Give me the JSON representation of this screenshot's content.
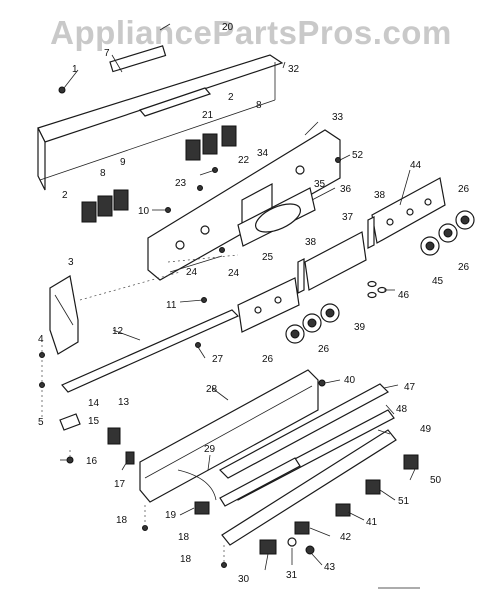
{
  "watermark": "AppliancePartsPros.com",
  "callouts": {
    "c1": "1",
    "c7": "7",
    "c20": "20",
    "c32": "32",
    "c2a": "2",
    "c8a": "8",
    "c9": "9",
    "c10": "10",
    "c21": "21",
    "c2b": "2",
    "c8b": "8",
    "c22": "22",
    "c23": "23",
    "c33": "33",
    "c52": "52",
    "c34": "34",
    "c35": "35",
    "c36": "36",
    "c44": "44",
    "c26a": "26",
    "c38a": "38",
    "c37": "37",
    "c38b": "38",
    "c25": "25",
    "c24a": "24",
    "c24b": "24",
    "c45": "45",
    "c26b": "26",
    "c46": "46",
    "c3": "3",
    "c11": "11",
    "c12": "12",
    "c39": "39",
    "c26c": "26",
    "c26d": "26",
    "c27": "27",
    "c4": "4",
    "c5": "5",
    "c14": "14",
    "c15": "15",
    "c13": "13",
    "c28": "28",
    "c40": "40",
    "c47": "47",
    "c48": "48",
    "c49": "49",
    "c16": "16",
    "c17": "17",
    "c29": "29",
    "c50": "50",
    "c51": "51",
    "c19": "19",
    "c18a": "18",
    "c18b": "18",
    "c41": "41",
    "c42": "42",
    "c18c": "18",
    "c30": "30",
    "c31": "31",
    "c43": "43"
  }
}
